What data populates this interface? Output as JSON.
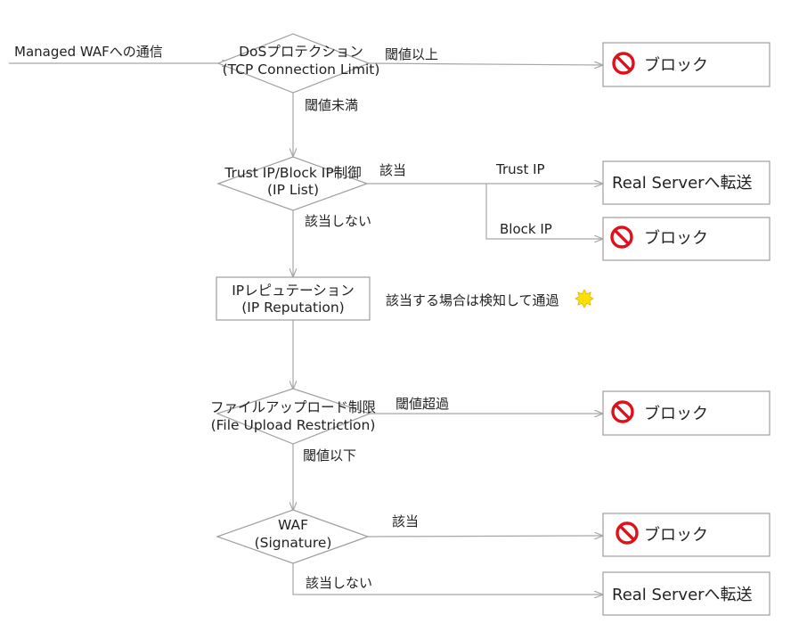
{
  "colors": {
    "line": "#a6a6a6",
    "block_icon": "#e0101a",
    "burst": "#ffe000"
  },
  "entry": {
    "label": "Managed WAFへの通信"
  },
  "nodes": {
    "dos": {
      "line1": "DoSプロテクション",
      "line2": "(TCP Connection Limit)"
    },
    "iplist": {
      "line1": "Trust IP/Block IP制御",
      "line2": "(IP List)"
    },
    "reputation": {
      "line1": "IPレピュテーション",
      "line2": "(IP Reputation)"
    },
    "upload": {
      "line1": "ファイルアップロード制限",
      "line2": "(File Upload Restriction)"
    },
    "waf": {
      "line1": "WAF",
      "line2": "(Signature)"
    }
  },
  "edges": {
    "dos_over": "閾値以上",
    "dos_under": "閾値未満",
    "iplist_match": "該当",
    "trust_ip": "Trust IP",
    "block_ip": "Block IP",
    "iplist_nomatch": "該当しない",
    "reputation_note": "該当する場合は検知して通過",
    "upload_over": "閾値超過",
    "upload_under": "閾値以下",
    "waf_match": "該当",
    "waf_nomatch": "該当しない"
  },
  "outcomes": {
    "block1": {
      "text": "ブロック",
      "icon": "prohibited-icon"
    },
    "forward1": {
      "text": "Real Serverへ転送"
    },
    "block2": {
      "text": "ブロック",
      "icon": "prohibited-icon"
    },
    "block3": {
      "text": "ブロック",
      "icon": "prohibited-icon"
    },
    "block4": {
      "text": "ブロック",
      "icon": "prohibited-icon"
    },
    "forward2": {
      "text": "Real Serverへ転送"
    }
  }
}
